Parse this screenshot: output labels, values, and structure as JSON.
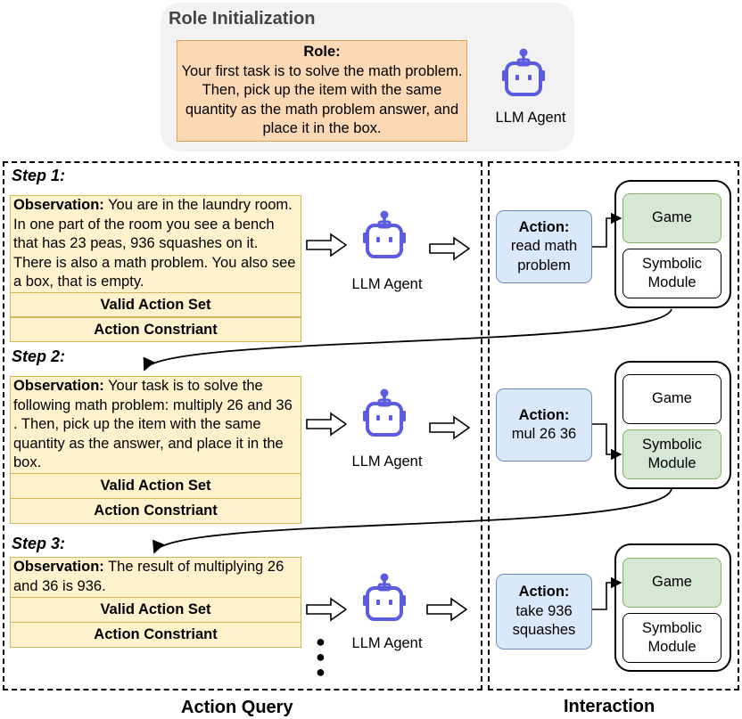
{
  "role_init": {
    "title": "Role Initialization",
    "role_heading": "Role:",
    "role_text": "Your first task is to solve the math problem. Then, pick up the item with the same quantity as the math problem answer, and place it in the box.",
    "agent_label": "LLM Agent"
  },
  "steps": [
    {
      "label": "Step 1:",
      "observation_heading": "Observation:",
      "observation_text": " You are in the laundry room. In one part of the room you see a bench that has 23 peas, 936 squashes on it. There is also a math problem. You also see a box, that is empty.",
      "valid_action_set": "Valid Action Set",
      "action_constraint": "Action Constriant",
      "agent_label": "LLM Agent",
      "action_heading": "Action:",
      "action_text": "read math problem",
      "active_module": "game"
    },
    {
      "label": "Step 2:",
      "observation_heading": "Observation:",
      "observation_text": " Your task is to solve the following math problem: multiply 26 and 36 . Then, pick up the item with the same quantity as the answer, and place it in the box.",
      "valid_action_set": "Valid Action Set",
      "action_constraint": "Action Constriant",
      "agent_label": "LLM Agent",
      "action_heading": "Action:",
      "action_text": "mul 26 36",
      "active_module": "symbolic"
    },
    {
      "label": "Step 3:",
      "observation_heading": "Observation:",
      "observation_text": " The result of multiplying 26 and 36 is 936.",
      "valid_action_set": "Valid Action Set",
      "action_constraint": "Action Constriant",
      "agent_label": "LLM Agent",
      "action_heading": "Action:",
      "action_text": "take 936 squashes",
      "active_module": "game"
    }
  ],
  "modules": {
    "game": "Game",
    "symbolic": "Symbolic Module"
  },
  "sections": {
    "action_query": "Action Query",
    "interaction": "Interaction"
  },
  "colors": {
    "role_fill": "#fcd9b4",
    "observation_fill": "#fff2cc",
    "action_fill": "#dae8fc",
    "active_module_fill": "#d5e8d4",
    "robot": "#5b5ce0"
  }
}
